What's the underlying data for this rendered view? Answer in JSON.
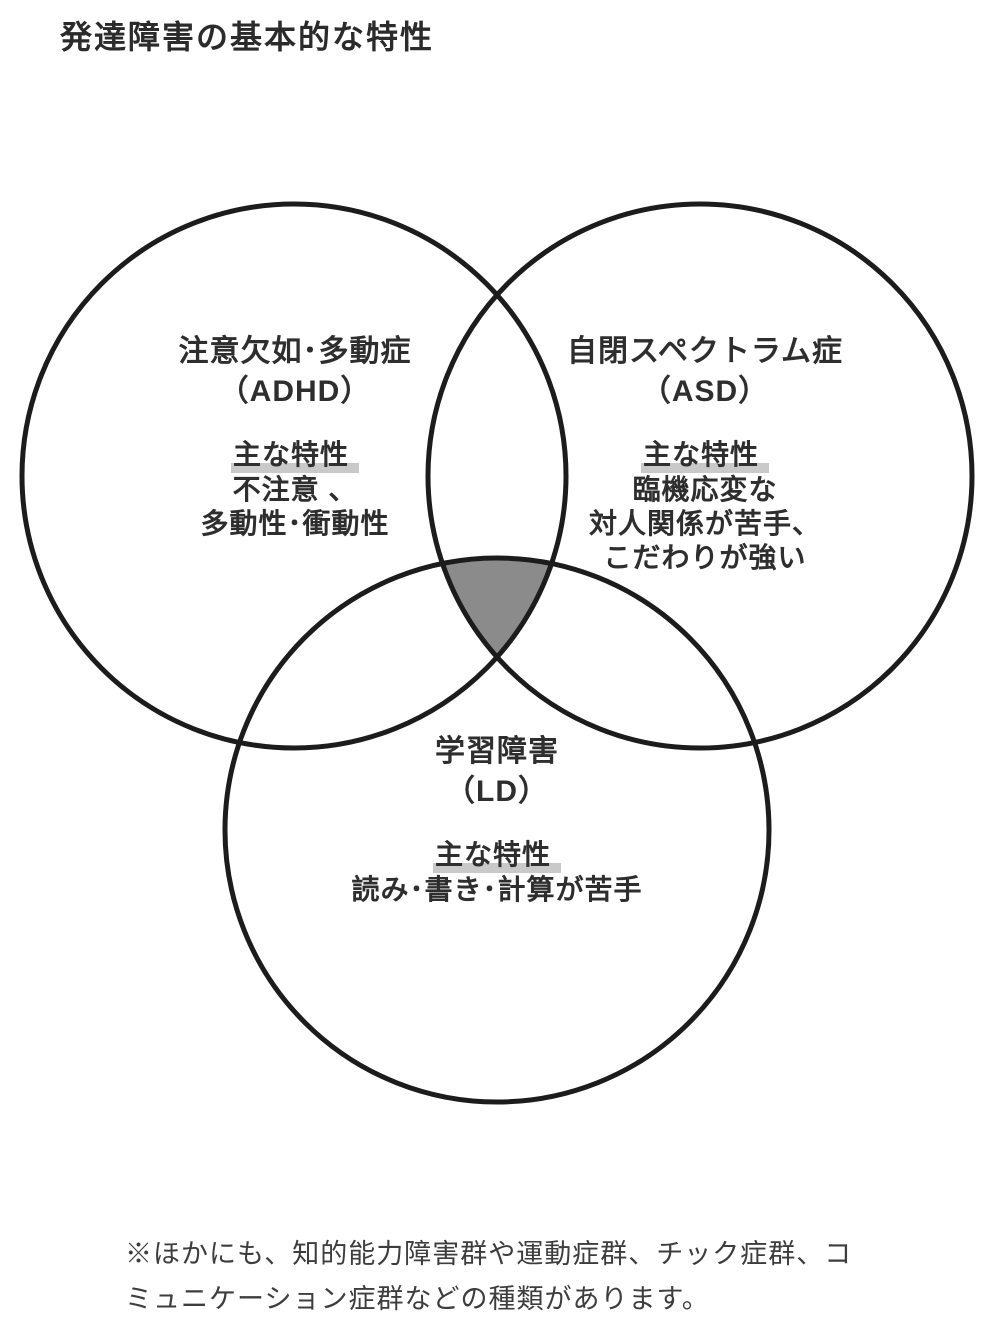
{
  "title": "発達障害の基本的な特性",
  "colors": {
    "background": "#ffffff",
    "circle_stroke": "#1c1c1c",
    "triple_overlap_fill": "#8b8b8b",
    "heading_highlight": "#c9c9c9",
    "text": "#2e2e2e"
  },
  "venn": {
    "circles": [
      {
        "id": "adhd",
        "name": "注意欠如･多動症",
        "abbr": "（ADHD）",
        "traits_heading": "主な特性",
        "traits": [
          "不注意 、",
          "多動性･衝動性"
        ]
      },
      {
        "id": "asd",
        "name": "自閉スペクトラム症",
        "abbr": "（ASD）",
        "traits_heading": "主な特性",
        "traits": [
          "臨機応変な",
          "対人関係が苦手、",
          "こだわりが強い"
        ]
      },
      {
        "id": "ld",
        "name": "学習障害",
        "abbr": "（LD）",
        "traits_heading": "主な特性",
        "traits": [
          "読み･書き･計算が苦手"
        ]
      }
    ]
  },
  "footnote": {
    "lines": [
      "※ほかにも、知的能力障害群や運動症群、チック症群、コ",
      "ミュニケーション症群などの種類があります。"
    ]
  }
}
